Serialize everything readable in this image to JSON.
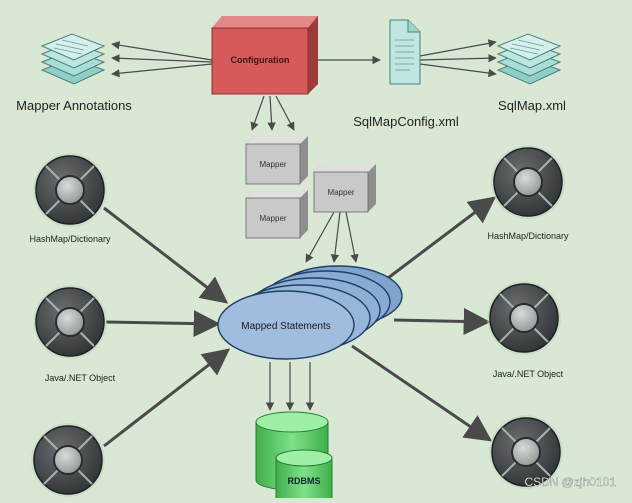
{
  "nodes": {
    "configuration": "Configuration",
    "mapper_annotations": "Mapper Annotations",
    "sqlmapconfig": "SqlMapConfig.xml",
    "sqlmap": "SqlMap.xml",
    "mappers": [
      "Mapper",
      "Mapper",
      "Mapper"
    ],
    "mapped_statements": "Mapped Statements",
    "rdbms": "RDBMS",
    "left_inputs": [
      "HashMap/Dictionary",
      "Java/.NET Object"
    ],
    "right_outputs": [
      "HashMap/Dictionary",
      "Java/.NET Object"
    ],
    "watermark": "CSDN @zjh0101"
  },
  "colors": {
    "background": "#d9e8d5",
    "configuration_box": "#d65a5a",
    "mapper_box": "#c9c9c9",
    "statement_ellipse": "#8fb0d3",
    "rdbms": "#5fcc6a",
    "document_stack": "#a9d9d4",
    "arrow": "#4a4a4a"
  }
}
